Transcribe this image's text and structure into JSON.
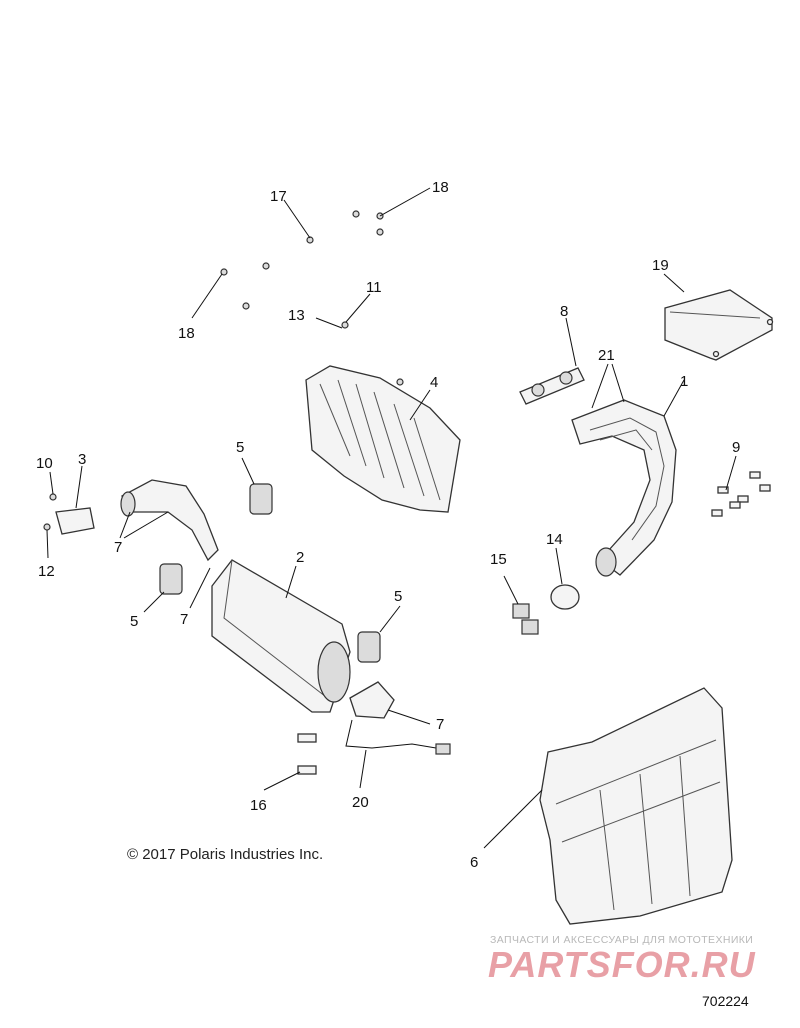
{
  "callouts": {
    "c1": "1",
    "c2": "2",
    "c3": "3",
    "c4": "4",
    "c5a": "5",
    "c5b": "5",
    "c5c": "5",
    "c6": "6",
    "c7a": "7",
    "c7b": "7",
    "c7c": "7",
    "c8": "8",
    "c9": "9",
    "c10": "10",
    "c11": "11",
    "c12": "12",
    "c13": "13",
    "c14": "14",
    "c15": "15",
    "c16": "16",
    "c17": "17",
    "c18a": "18",
    "c18b": "18",
    "c19": "19",
    "c20": "20",
    "c21": "21"
  },
  "copyright": "© 2017 Polaris Industries Inc.",
  "diagram_id": "702224",
  "watermark": {
    "tagline": "ЗАПЧАСТИ И АКСЕССУАРЫ ДЛЯ МОТОТЕХНИКИ",
    "logo": "PARTSFOR.RU"
  },
  "colors": {
    "line": "#333333",
    "watermark": "#e8a0a6"
  }
}
